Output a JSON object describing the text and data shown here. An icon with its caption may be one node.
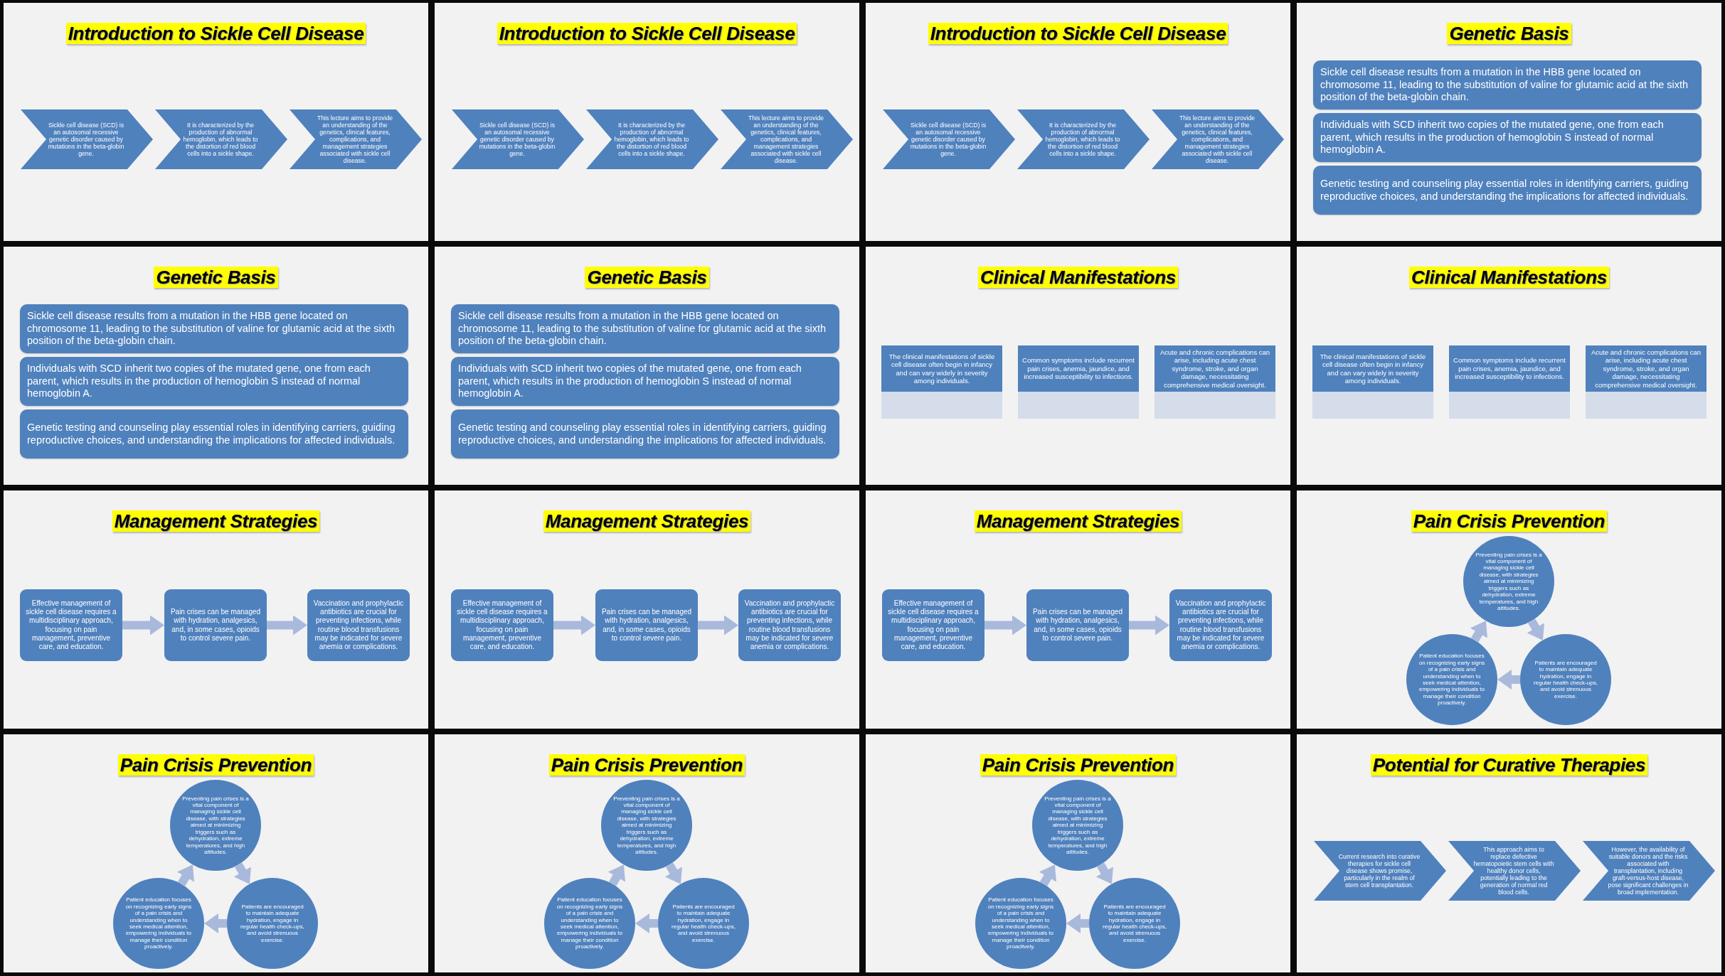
{
  "diagram": {
    "nodes": [
      {
        "text": [
          "Introduction to Sickle Cell Disease"
        ]
      },
      {
        "text": [
          "Sickle cell disease (SCD) is an autosomal recessive genetic disorder caused by mutations in the beta-globin gene."
        ],
        "in": 0
      },
      {
        "text": [
          "It is characterized by the production of abnormal hemoglobin, which leads to the distortion of red blood cells into a sickle shape."
        ],
        "in": 0
      },
      {
        "text": [
          "This lecture aims to provide an understanding of the genetics, clinical features, complications, and management strategies associated with sickle cell disease."
        ],
        "in": 0
      },
      {
        "text": [
          "Introduction to Sickle Cell Disease"
        ]
      },
      {
        "text": [
          "Sickle cell disease (SCD) is an autosomal recessive genetic disorder caused by mutations in the beta-globin gene."
        ],
        "in": 4
      },
      {
        "text": [
          "It is characterized by the production of abnormal hemoglobin, which leads to the distortion of red blood cells into a sickle shape."
        ],
        "in": 4
      },
      {
        "text": [
          "This lecture aims to provide an understanding of the genetics, clinical features, complications, and management strategies associated with sickle cell disease."
        ],
        "in": 4
      },
      {
        "text": [
          "Introduction to Sickle Cell Disease"
        ]
      },
      {
        "text": [
          "Sickle cell disease (SCD) is an autosomal recessive genetic disorder caused by mutations in the beta-globin gene."
        ],
        "in": 8
      },
      {
        "text": [
          "It is characterized by the production of abnormal hemoglobin, which leads to the distortion of red blood cells into a sickle shape."
        ],
        "in": 8
      },
      {
        "text": [
          "This lecture aims to provide an understanding of the genetics, clinical features, complications, and management strategies associated with sickle cell disease."
        ],
        "in": 8
      },
      {
        "text": [
          "Genetic Basis"
        ]
      },
      {
        "text": [
          "Sickle cell disease results from a mutation in the HBB gene located on chromosome 11, leading to the substitution of valine for glutamic acid at the sixth position of the beta-globin chain."
        ],
        "in": 12
      },
      {
        "text": [
          "Individuals with SCD inherit two copies of the mutated gene, one from each parent, which results in the production of hemoglobin S instead of normal hemoglobin A."
        ],
        "in": 12
      },
      {
        "text": [
          "Genetic testing and counseling play essential roles in identifying carriers, guiding reproductive choices, and understanding the implications for affected individuals."
        ],
        "in": 12
      },
      {
        "text": [
          "Genetic Basis"
        ]
      },
      {
        "text": [
          "Sickle cell disease results from a mutation in the HBB gene located on chromosome 11, leading to the substitution of valine for glutamic acid at the sixth position of the beta-globin chain."
        ],
        "in": 16
      },
      {
        "text": [
          "Individuals with SCD inherit two copies of the mutated gene, one from each parent, which results in the production of hemoglobin S instead of normal hemoglobin A."
        ],
        "in": 16
      },
      {
        "text": [
          "Genetic testing and counseling play essential roles in identifying carriers, guiding reproductive choices, and understanding the implications for affected individuals."
        ],
        "in": 16
      },
      {
        "text": [
          "Genetic Basis"
        ]
      },
      {
        "text": [
          "Sickle cell disease results from a mutation in the HBB gene located on chromosome 11, leading to the substitution of valine for glutamic acid at the sixth position of the beta-globin chain."
        ],
        "in": 20
      },
      {
        "text": [
          "Individuals with SCD inherit two copies of the mutated gene, one from each parent, which results in the production of hemoglobin S instead of normal hemoglobin A."
        ],
        "in": 20
      },
      {
        "text": [
          "Genetic testing and counseling play essential roles in identifying carriers, guiding reproductive choices, and understanding the implications for affected individuals."
        ],
        "in": 20
      },
      {
        "text": [
          "Clinical Manifestations"
        ]
      },
      {
        "text": [
          "The clinical manifestations of sickle cell disease often begin in infancy and can vary widely in severity among individuals."
        ],
        "in": 24
      },
      {
        "text": [
          "Common symptoms include recurrent pain crises, anemia, jaundice, and increased susceptibility to infections."
        ],
        "in": 24
      },
      {
        "text": [
          "Acute and chronic complications can arise, including acute chest syndrome, stroke, and organ damage, necessitating comprehensive medical oversight."
        ],
        "in": 24
      },
      {
        "text": [
          "Clinical Manifestations"
        ]
      },
      {
        "text": [
          "The clinical manifestations of sickle cell disease often begin in infancy and can vary widely in severity among individuals."
        ],
        "in": 28
      },
      {
        "text": [
          "Common symptoms include recurrent pain crises, anemia, jaundice, and increased susceptibility to infections."
        ],
        "in": 28
      },
      {
        "text": [
          "Acute and chronic complications can arise, including acute chest syndrome, stroke, and organ damage, necessitating comprehensive medical oversight."
        ],
        "in": 28
      },
      {
        "text": [
          "Management Strategies"
        ]
      },
      {
        "text": [
          "Effective management of sickle cell disease requires a multidisciplinary approach, focusing on pain management, preventive care, and education."
        ],
        "in": 32
      },
      {
        "text": [
          "Pain crises can be managed with hydration, analgesics, and, in some cases, opioids to control severe pain."
        ],
        "in": 32
      },
      {
        "text": [
          "Vaccination and prophylactic antibiotics are crucial for preventing infections, while routine blood transfusions may be indicated for severe anemia or complications."
        ],
        "in": 32
      },
      {
        "text": [
          "Management Strategies"
        ]
      },
      {
        "text": [
          "Effective management of sickle cell disease requires a multidisciplinary approach, focusing on pain management, preventive care, and education."
        ],
        "in": 36
      },
      {
        "text": [
          "Pain crises can be managed with hydration, analgesics, and, in some cases, opioids to control severe pain."
        ],
        "in": 36
      },
      {
        "text": [
          "Vaccination and prophylactic antibiotics are crucial for preventing infections, while routine blood transfusions may be indicated for severe anemia or complications."
        ],
        "in": 36
      },
      {
        "text": [
          "Management Strategies"
        ]
      },
      {
        "text": [
          "Effective management of sickle cell disease requires a multidisciplinary approach, focusing on pain management, preventive care, and education."
        ],
        "in": 40
      },
      {
        "text": [
          "Pain crises can be managed with hydration, analgesics, and, in some cases, opioids to control severe pain."
        ],
        "in": 40
      },
      {
        "text": [
          "Vaccination and prophylactic antibiotics are crucial for preventing infections, while routine blood transfusions may be indicated for severe anemia or complications."
        ],
        "in": 40
      },
      {
        "text": [
          "Pain Crisis Prevention"
        ]
      },
      {
        "text": [
          "Preventing pain crises is a vital component of managing sickle cell disease, with strategies aimed at minimizing triggers such as dehydration, extreme temperatures, and high altitudes."
        ],
        "in": 44
      },
      {
        "text": [
          "Patient education focuses on recognizing early signs of a pain crisis and understanding when to seek medical attention, empowering individuals to manage their condition proactively."
        ],
        "in": 44
      },
      {
        "text": [
          "Patients are encouraged to maintain adequate hydration, engage in regular health check-ups, and avoid strenuous exercise."
        ],
        "in": 44
      },
      {
        "text": [
          "Pain Crisis Prevention"
        ]
      },
      {
        "text": [
          "Preventing pain crises is a vital component of managing sickle cell disease, with strategies aimed at minimizing triggers such as dehydration, extreme temperatures, and high altitudes."
        ],
        "in": 48
      },
      {
        "text": [
          "Patient education focuses on recognizing early signs of a pain crisis and understanding when to seek medical attention, empowering individuals to manage their condition proactively."
        ],
        "in": 48
      },
      {
        "text": [
          "Patients are encouraged to maintain adequate hydration, engage in regular health check-ups, and avoid strenuous exercise."
        ],
        "in": 48
      },
      {
        "text": [
          "Pain Crisis Prevention"
        ]
      },
      {
        "text": [
          "Preventing pain crises is a vital component of managing sickle cell disease, with strategies aimed at minimizing triggers such as dehydration, extreme temperatures, and high altitudes."
        ],
        "in": 52
      },
      {
        "text": [
          "Patient education focuses on recognizing early signs of a pain crisis and understanding when to seek medical attention, empowering individuals to manage their condition proactively."
        ],
        "in": 52
      },
      {
        "text": [
          "Patients are encouraged to maintain adequate hydration, engage in regular health check-ups, and avoid strenuous exercise."
        ],
        "in": 52
      },
      {
        "text": [
          "Pain Crisis Prevention"
        ]
      },
      {
        "text": [
          "Preventing pain crises is a vital component of managing sickle cell disease, with strategies aimed at minimizing triggers such as dehydration, extreme temperatures, and high altitudes."
        ],
        "in": 56
      },
      {
        "text": [
          "Patient education focuses on recognizing early signs of a pain crisis and understanding when to seek medical attention, empowering individuals to manage their condition proactively."
        ],
        "in": 56
      },
      {
        "text": [
          "Patients are encouraged to maintain adequate hydration, engage in regular health check-ups, and avoid strenuous exercise."
        ],
        "in": 56
      },
      {
        "text": [
          "Potential for Curative Therapies"
        ]
      },
      {
        "text": [
          "Current research into curative therapies for sickle cell disease shows promise, particularly in the realm of stem cell transplantation."
        ],
        "in": 60
      },
      {
        "text": [
          "This approach aims to replace defective hematopoietic stem cells with healthy donor cells, potentially leading to the generation of normal red blood cells."
        ],
        "in": 60
      },
      {
        "text": [
          "However, the availability of suitable donors and the risks associated with transplantation, including graft-versus-host disease, pose significant challenges in broad implementation."
        ],
        "in": 60
      }
    ],
    "edges": [
      {
        "from": 33,
        "to": 34,
        "arrow": "to"
      },
      {
        "from": 34,
        "to": 35,
        "arrow": "to"
      },
      {
        "from": 37,
        "to": 38,
        "arrow": "to"
      },
      {
        "from": 38,
        "to": 39,
        "arrow": "to"
      },
      {
        "from": 41,
        "to": 42,
        "arrow": "to"
      },
      {
        "from": 42,
        "to": 43,
        "arrow": "to"
      },
      {
        "from": 45,
        "to": 47,
        "arrow": "to"
      },
      {
        "from": 47,
        "to": 46,
        "arrow": "to"
      },
      {
        "from": 46,
        "to": 45,
        "arrow": "to"
      },
      {
        "from": 49,
        "to": 51,
        "arrow": "to"
      },
      {
        "from": 51,
        "to": 50,
        "arrow": "to"
      },
      {
        "from": 50,
        "to": 49,
        "arrow": "to"
      },
      {
        "from": 53,
        "to": 55,
        "arrow": "to"
      },
      {
        "from": 55,
        "to": 54,
        "arrow": "to"
      },
      {
        "from": 54,
        "to": 53,
        "arrow": "to"
      },
      {
        "from": 57,
        "to": 59,
        "arrow": "to"
      },
      {
        "from": 59,
        "to": 58,
        "arrow": "to"
      },
      {
        "from": 58,
        "to": 57,
        "arrow": "to"
      }
    ]
  }
}
